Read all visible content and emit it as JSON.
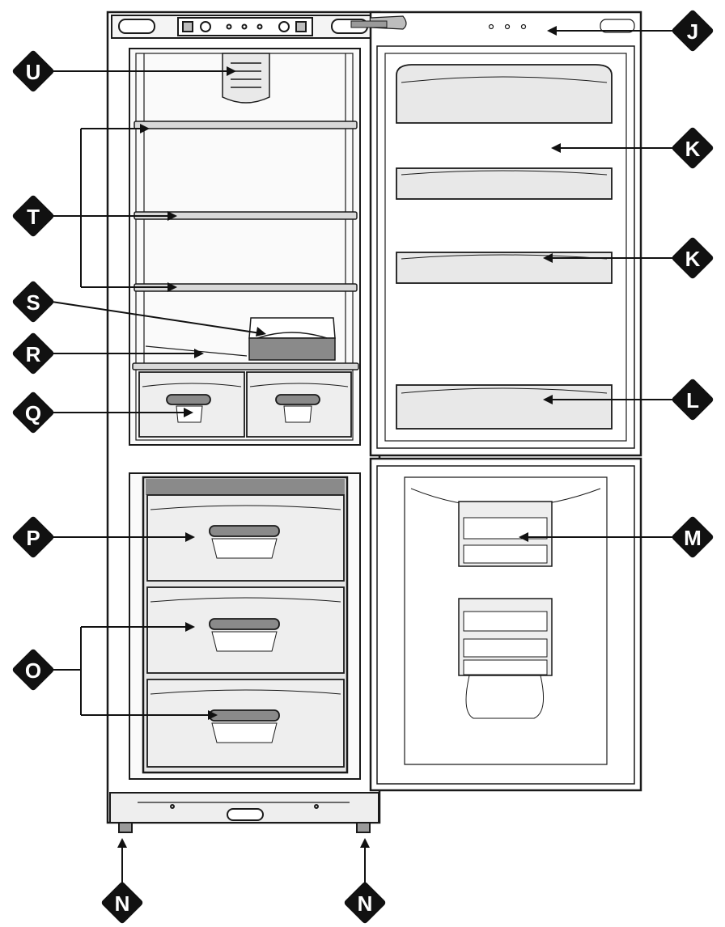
{
  "labels": {
    "J": "J",
    "K": "K",
    "L": "L",
    "M": "M",
    "N": "N",
    "O": "O",
    "P": "P",
    "Q": "Q",
    "R": "R",
    "S": "S",
    "T": "T",
    "U": "U"
  },
  "colors": {
    "outline": "#1a1a1a",
    "callout": "#111111",
    "shelf": "#b5b5b5",
    "drawer_fill": "#ececec",
    "drawer_dark": "#8a8a8a",
    "cabinet_fill": "#ffffff"
  },
  "icons": {
    "callout_marker": "black-diamond"
  }
}
